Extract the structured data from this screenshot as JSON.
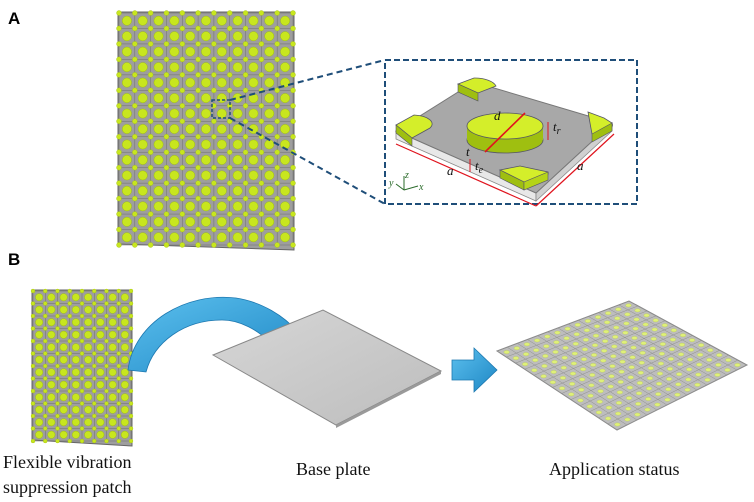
{
  "panels": {
    "a": {
      "label": "A"
    },
    "b": {
      "label": "B"
    }
  },
  "unit_cell": {
    "dim_d": "d",
    "dim_tr": "t",
    "dim_tr_sub": "r",
    "dim_t": "t",
    "dim_te": "t",
    "dim_te_sub": "e",
    "dim_a_left": "a",
    "dim_a_right": "a",
    "axes": {
      "x": "x",
      "y": "y",
      "z": "z"
    }
  },
  "captions": {
    "patch_line1": "Flexible vibration",
    "patch_line2": "suppression patch",
    "base_plate": "Base plate",
    "application": "Application status"
  },
  "colors": {
    "resonator": "#c8e61e",
    "resonator_dark": "#9fbf10",
    "plate": "#a9a9a9",
    "grid_line": "#6e6e6e",
    "zoom_box": "#1f4e79",
    "arrow": "#2b9fd8",
    "dimension": "#e0141e"
  }
}
